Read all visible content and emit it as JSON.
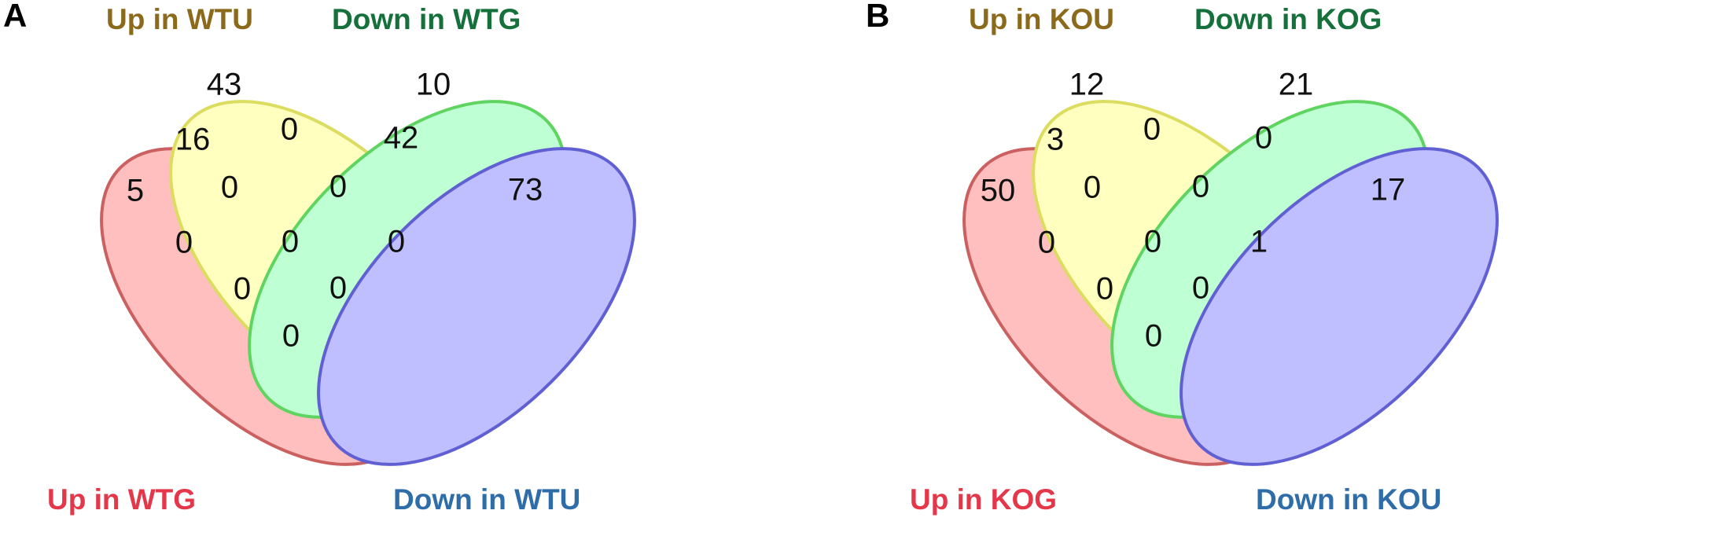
{
  "figure": {
    "background": "#ffffff",
    "panels": [
      {
        "letter": "A",
        "labels": {
          "top_left": {
            "text": "Up in WTU",
            "color": "#8B6B1B"
          },
          "top_right": {
            "text": "Down in WTG",
            "color": "#15703B"
          },
          "bottom_left": {
            "text": "Up in WTG",
            "color": "#E4374A"
          },
          "bottom_right": {
            "text": "Down in WTU",
            "color": "#2E6DA8"
          }
        },
        "sets": [
          "Up in WTG",
          "Up in WTU",
          "Down in WTG",
          "Down in WTU"
        ],
        "regions": [
          {
            "id": "A-only",
            "sets": [
              "Up in WTG"
            ],
            "value": "5"
          },
          {
            "id": "B-only",
            "sets": [
              "Up in WTU"
            ],
            "value": "43"
          },
          {
            "id": "C-only",
            "sets": [
              "Down in WTG"
            ],
            "value": "10"
          },
          {
            "id": "D-only",
            "sets": [
              "Down in WTU"
            ],
            "value": "73"
          },
          {
            "id": "AB",
            "sets": [
              "Up in WTG",
              "Up in WTU"
            ],
            "value": "16"
          },
          {
            "id": "BC",
            "sets": [
              "Up in WTU",
              "Down in WTG"
            ],
            "value": "0"
          },
          {
            "id": "CD",
            "sets": [
              "Down in WTG",
              "Down in WTU"
            ],
            "value": "42"
          },
          {
            "id": "AC",
            "sets": [
              "Up in WTG",
              "Down in WTG"
            ],
            "value": "0"
          },
          {
            "id": "BD",
            "sets": [
              "Up in WTU",
              "Down in WTU"
            ],
            "value": "0"
          },
          {
            "id": "AD",
            "sets": [
              "Up in WTG",
              "Down in WTU"
            ],
            "value": "0"
          },
          {
            "id": "ABC",
            "sets": [
              "Up in WTG",
              "Up in WTU",
              "Down in WTG"
            ],
            "value": "0"
          },
          {
            "id": "BCD",
            "sets": [
              "Up in WTU",
              "Down in WTG",
              "Down in WTU"
            ],
            "value": "0"
          },
          {
            "id": "ABD",
            "sets": [
              "Up in WTG",
              "Up in WTU",
              "Down in WTU"
            ],
            "value": "0"
          },
          {
            "id": "ACD",
            "sets": [
              "Up in WTG",
              "Down in WTG",
              "Down in WTU"
            ],
            "value": "0"
          },
          {
            "id": "ABCD",
            "sets": [
              "Up in WTG",
              "Up in WTU",
              "Down in WTG",
              "Down in WTU"
            ],
            "value": "0"
          }
        ]
      },
      {
        "letter": "B",
        "labels": {
          "top_left": {
            "text": "Up in KOU",
            "color": "#8B6B1B"
          },
          "top_right": {
            "text": "Down in KOG",
            "color": "#15703B"
          },
          "bottom_left": {
            "text": "Up in KOG",
            "color": "#E4374A"
          },
          "bottom_right": {
            "text": "Down in KOU",
            "color": "#2E6DA8"
          }
        },
        "sets": [
          "Up in KOG",
          "Up in KOU",
          "Down in KOG",
          "Down in KOU"
        ],
        "regions": [
          {
            "id": "A-only",
            "sets": [
              "Up in KOG"
            ],
            "value": "50"
          },
          {
            "id": "B-only",
            "sets": [
              "Up in KOU"
            ],
            "value": "12"
          },
          {
            "id": "C-only",
            "sets": [
              "Down in KOG"
            ],
            "value": "21"
          },
          {
            "id": "D-only",
            "sets": [
              "Down in KOU"
            ],
            "value": "17"
          },
          {
            "id": "AB",
            "sets": [
              "Up in KOG",
              "Up in KOU"
            ],
            "value": "3"
          },
          {
            "id": "BC",
            "sets": [
              "Up in KOU",
              "Down in KOG"
            ],
            "value": "0"
          },
          {
            "id": "CD",
            "sets": [
              "Down in KOG",
              "Down in KOU"
            ],
            "value": "0"
          },
          {
            "id": "AC",
            "sets": [
              "Up in KOG",
              "Down in KOG"
            ],
            "value": "0"
          },
          {
            "id": "BD",
            "sets": [
              "Up in KOU",
              "Down in KOU"
            ],
            "value": "0"
          },
          {
            "id": "AD",
            "sets": [
              "Up in KOG",
              "Down in KOU"
            ],
            "value": "1"
          },
          {
            "id": "ABC",
            "sets": [
              "Up in KOG",
              "Up in KOU",
              "Down in KOG"
            ],
            "value": "0"
          },
          {
            "id": "BCD",
            "sets": [
              "Up in KOU",
              "Down in KOG",
              "Down in KOU"
            ],
            "value": "0"
          },
          {
            "id": "ABD",
            "sets": [
              "Up in KOG",
              "Up in KOU",
              "Down in KOU"
            ],
            "value": "0"
          },
          {
            "id": "ACD",
            "sets": [
              "Up in KOG",
              "Down in KOG",
              "Down in KOU"
            ],
            "value": "0"
          },
          {
            "id": "ABCD",
            "sets": [
              "Up in KOG",
              "Up in KOU",
              "Down in KOG",
              "Down in KOU"
            ],
            "value": "0"
          }
        ]
      }
    ],
    "ellipse_colors": {
      "set1_stroke": "#AA0000",
      "set1_fill": "#FF9999",
      "set2_stroke": "#C8C800",
      "set2_fill": "#FFFF99",
      "set3_stroke": "#00BB00",
      "set3_fill": "#99FFBB",
      "set4_stroke": "#0000BB",
      "set4_fill": "#9999FF"
    }
  },
  "chart_data": {
    "type": "venn",
    "title": "",
    "panels": [
      {
        "label": "A",
        "sets": [
          "Up in WTG",
          "Up in WTU",
          "Down in WTG",
          "Down in WTU"
        ],
        "counts": {
          "Up in WTG": 5,
          "Up in WTU": 43,
          "Down in WTG": 10,
          "Down in WTU": 73,
          "Up in WTG&Up in WTU": 16,
          "Up in WTU&Down in WTG": 0,
          "Down in WTG&Down in WTU": 42,
          "Up in WTG&Down in WTG": 0,
          "Up in WTU&Down in WTU": 0,
          "Up in WTG&Down in WTU": 0,
          "Up in WTG&Up in WTU&Down in WTG": 0,
          "Up in WTU&Down in WTG&Down in WTU": 0,
          "Up in WTG&Up in WTU&Down in WTU": 0,
          "Up in WTG&Down in WTG&Down in WTU": 0,
          "Up in WTG&Up in WTU&Down in WTG&Down in WTU": 0
        }
      },
      {
        "label": "B",
        "sets": [
          "Up in KOG",
          "Up in KOU",
          "Down in KOG",
          "Down in KOU"
        ],
        "counts": {
          "Up in KOG": 50,
          "Up in KOU": 12,
          "Down in KOG": 21,
          "Down in KOU": 17,
          "Up in KOG&Up in KOU": 3,
          "Up in KOU&Down in KOG": 0,
          "Down in KOG&Down in KOU": 0,
          "Up in KOG&Down in KOG": 0,
          "Up in KOU&Down in KOU": 0,
          "Up in KOG&Down in KOU": 1,
          "Up in KOG&Up in KOU&Down in KOG": 0,
          "Up in KOU&Down in KOG&Down in KOU": 0,
          "Up in KOG&Up in KOU&Down in KOU": 0,
          "Up in KOG&Down in KOG&Down in KOU": 0,
          "Up in KOG&Up in KOU&Down in KOG&Down in KOU": 0
        }
      }
    ]
  }
}
